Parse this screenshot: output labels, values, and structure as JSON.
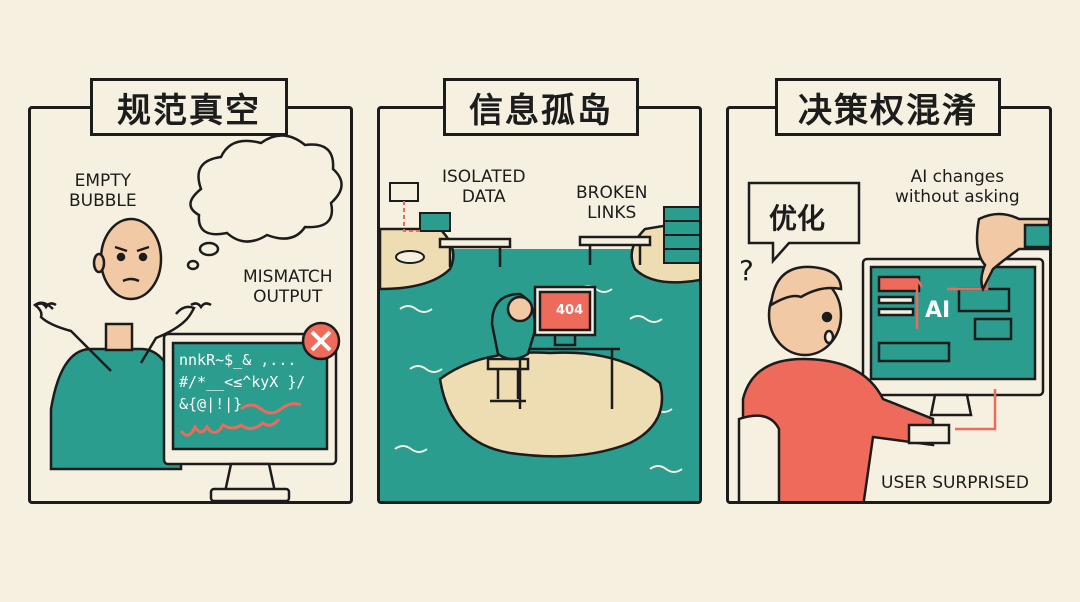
{
  "panels": [
    {
      "title": "规范真空",
      "labels": {
        "empty": "EMPTY\nBUBBLE",
        "mismatch": "MISMATCH\nOUTPUT"
      },
      "code_lines": [
        "nnkR~$_& ,...",
        "#/*__<≤^kyX }/",
        "&{@|!|}"
      ]
    },
    {
      "title": "信息孤岛",
      "labels": {
        "isolated": "ISOLATED\nDATA",
        "broken": "BROKEN\nLINKS",
        "error": "404"
      }
    },
    {
      "title": "决策权混淆",
      "labels": {
        "bubble": "优化",
        "ai_changes": "AI changes\nwithout asking",
        "ai": "AI",
        "question": "?",
        "user": "USER SURPRISED"
      }
    }
  ],
  "colors": {
    "teal": "#2a9d8f",
    "coral": "#ee6a5a",
    "cream": "#f6f0e1",
    "sand": "#eedcb3",
    "ink": "#1c1c1c"
  }
}
